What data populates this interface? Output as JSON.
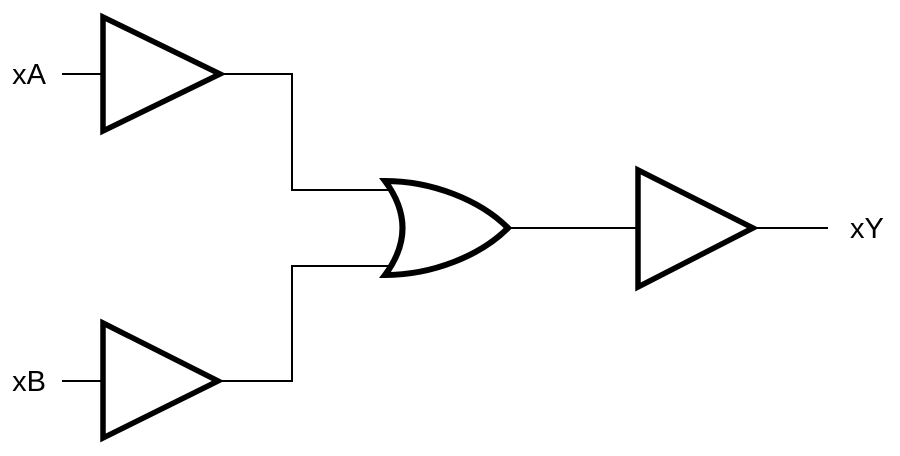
{
  "diagram": {
    "kind": "logic-circuit",
    "labels": {
      "input_a": "xA",
      "input_b": "xB",
      "output": "xY"
    },
    "components": [
      {
        "id": "buffer-a",
        "type": "buffer-gate",
        "input": "xA"
      },
      {
        "id": "buffer-b",
        "type": "buffer-gate",
        "input": "xB"
      },
      {
        "id": "or-gate",
        "type": "or-gate",
        "inputs": [
          "buffer-a",
          "buffer-b"
        ]
      },
      {
        "id": "buffer-out",
        "type": "buffer-gate",
        "output": "xY"
      }
    ],
    "colors": {
      "stroke": "#000000",
      "background": "#ffffff",
      "gate_fill": "#ffffff"
    }
  }
}
